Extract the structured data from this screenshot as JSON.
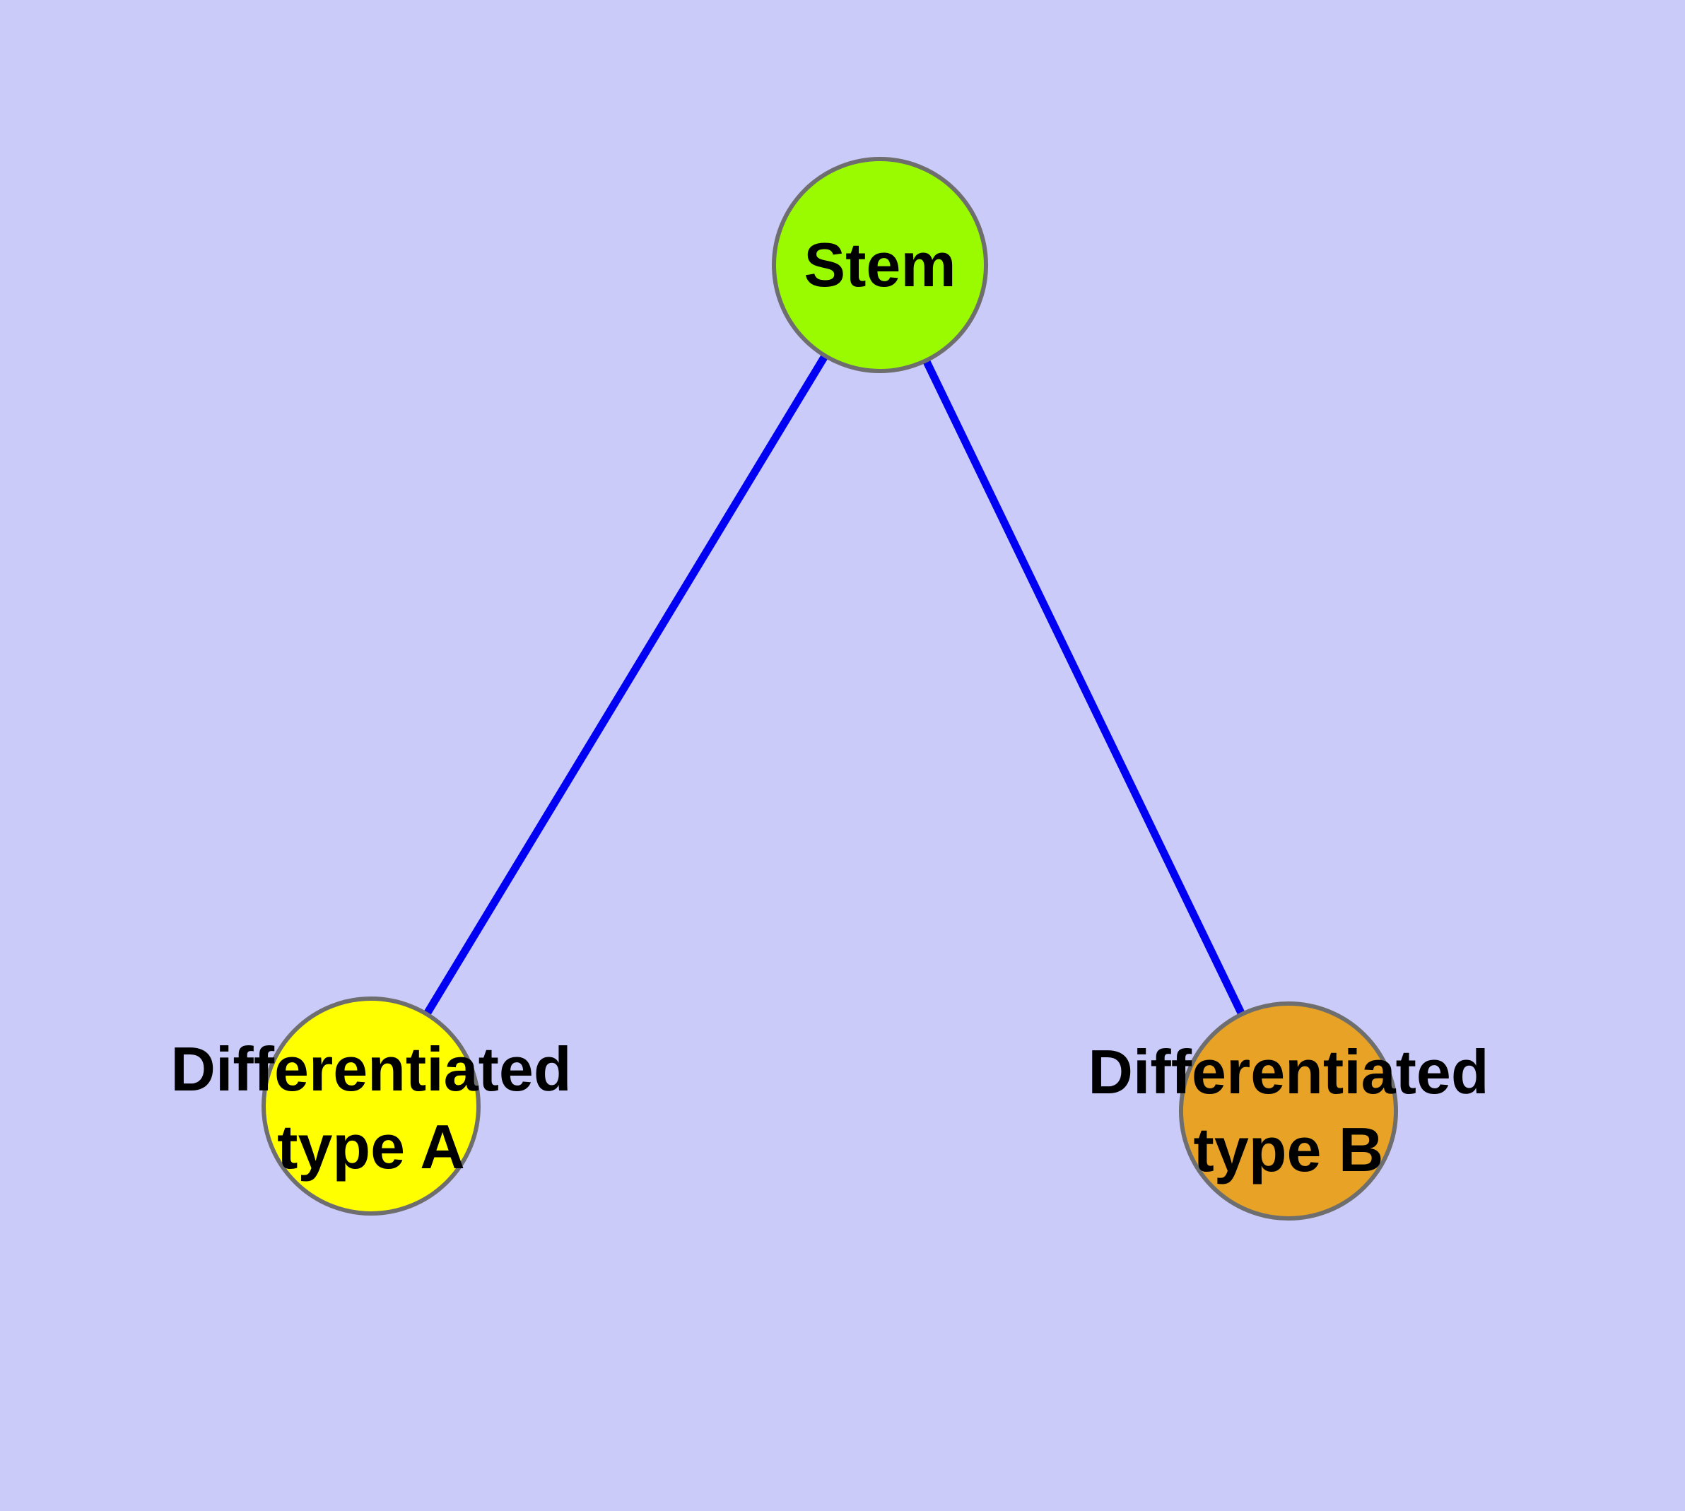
{
  "diagram": {
    "type": "graph",
    "background_color": "#cbcbfa",
    "edge_color": "#0000f2",
    "node_border_color": "#6e6e6e",
    "label_color": "#000000",
    "nodes": [
      {
        "id": "stem",
        "label": "Stem",
        "fill": "#9afb00"
      },
      {
        "id": "differentiated-type-a",
        "label_line1": "Differentiated",
        "label_line2": "type A",
        "fill": "#ffff00"
      },
      {
        "id": "differentiated-type-b",
        "label_line1": "Differentiated",
        "label_line2": "type B",
        "fill": "#e8a326"
      }
    ],
    "edges": [
      {
        "from": "stem",
        "to": "differentiated-type-a"
      },
      {
        "from": "stem",
        "to": "differentiated-type-b"
      }
    ]
  }
}
